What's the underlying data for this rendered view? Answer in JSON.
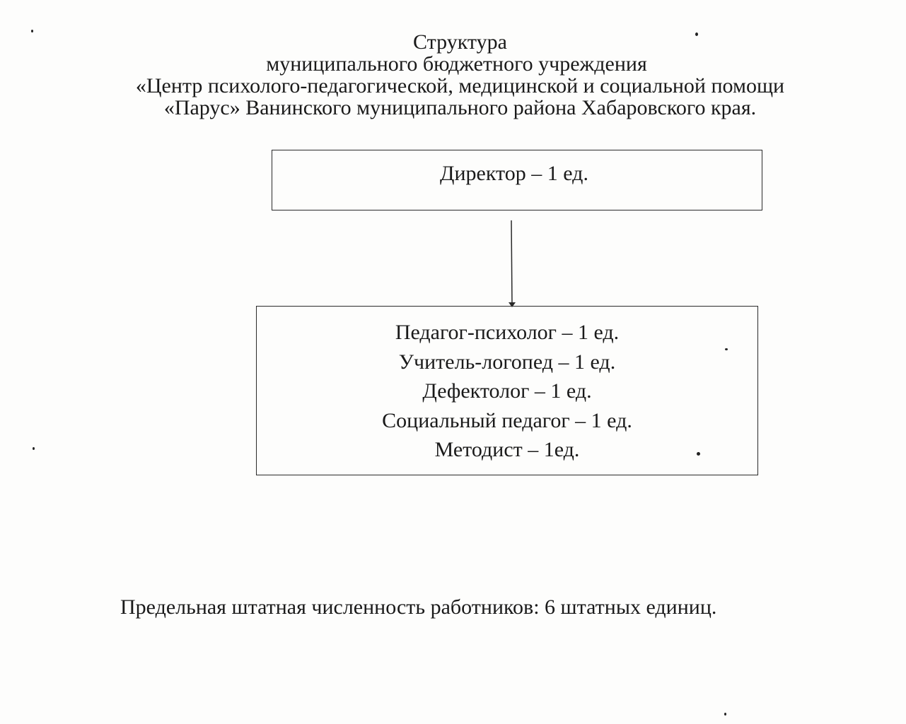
{
  "title": {
    "line1": "Структура",
    "line2": "муниципального бюджетного учреждения",
    "line3": "«Центр психолого-педагогической, медицинской и социальной помощи",
    "line4": "«Парус» Ванинского муниципального района Хабаровского края."
  },
  "director": {
    "label": "Директор – 1 ед."
  },
  "staff": {
    "items": [
      "Педагог-психолог – 1 ед.",
      "Учитель-логопед – 1 ед.",
      "Дефектолог – 1 ед.",
      "Социальный педагог – 1 ед.",
      "Методист – 1ед."
    ]
  },
  "footer": {
    "note": "Предельная штатная численность работников: 6 штатных единиц."
  },
  "colors": {
    "paper": "#fdfdfc",
    "ink": "#1a1a1a",
    "line": "#2a2a2a"
  }
}
